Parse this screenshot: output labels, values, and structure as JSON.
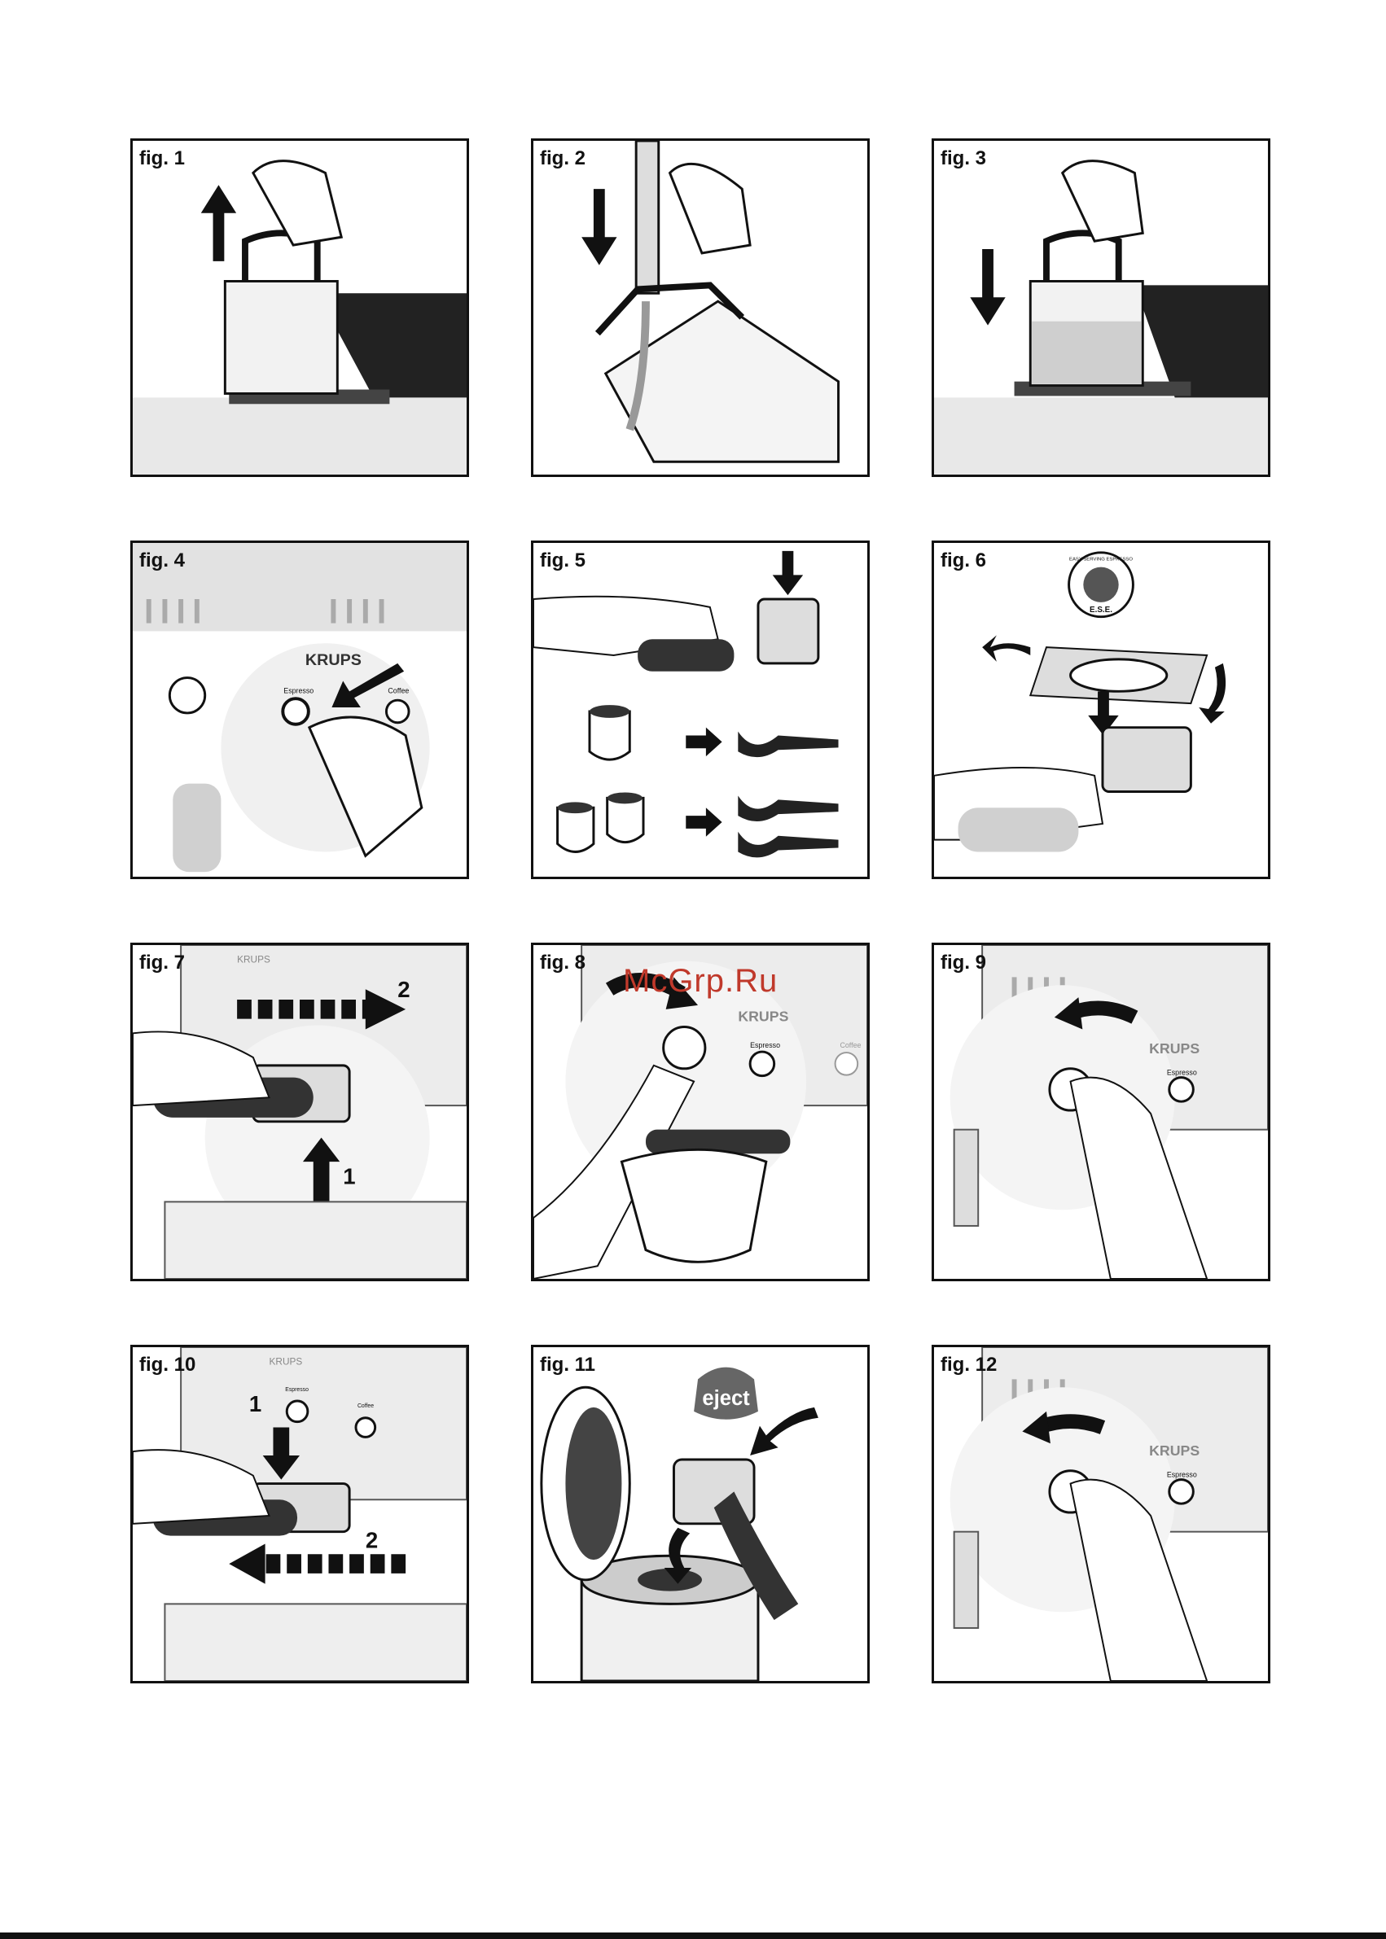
{
  "watermark": "McGrp.Ru",
  "figures": [
    {
      "label": "fig. 1"
    },
    {
      "label": "fig. 2"
    },
    {
      "label": "fig. 3"
    },
    {
      "label": "fig. 4",
      "brand": "KRUPS",
      "button_left": "Espresso",
      "button_right": "Coffee"
    },
    {
      "label": "fig. 5"
    },
    {
      "label": "fig. 6",
      "seal_text": "EASY SERVING ESPRESSO",
      "seal_abbr": "E.S.E."
    },
    {
      "label": "fig. 7",
      "brand": "KRUPS",
      "step1": "1",
      "step2": "2"
    },
    {
      "label": "fig. 8",
      "brand": "KRUPS",
      "button_left": "Espresso",
      "button_right": "Coffee"
    },
    {
      "label": "fig. 9",
      "brand": "KRUPS",
      "button_left": "Espresso"
    },
    {
      "label": "fig. 10",
      "brand": "KRUPS",
      "button_left": "Espresso",
      "button_right": "Coffee",
      "step1": "1",
      "step2": "2"
    },
    {
      "label": "fig. 11",
      "eject": "eject"
    },
    {
      "label": "fig. 12",
      "brand": "KRUPS",
      "button_left": "Espresso"
    }
  ]
}
